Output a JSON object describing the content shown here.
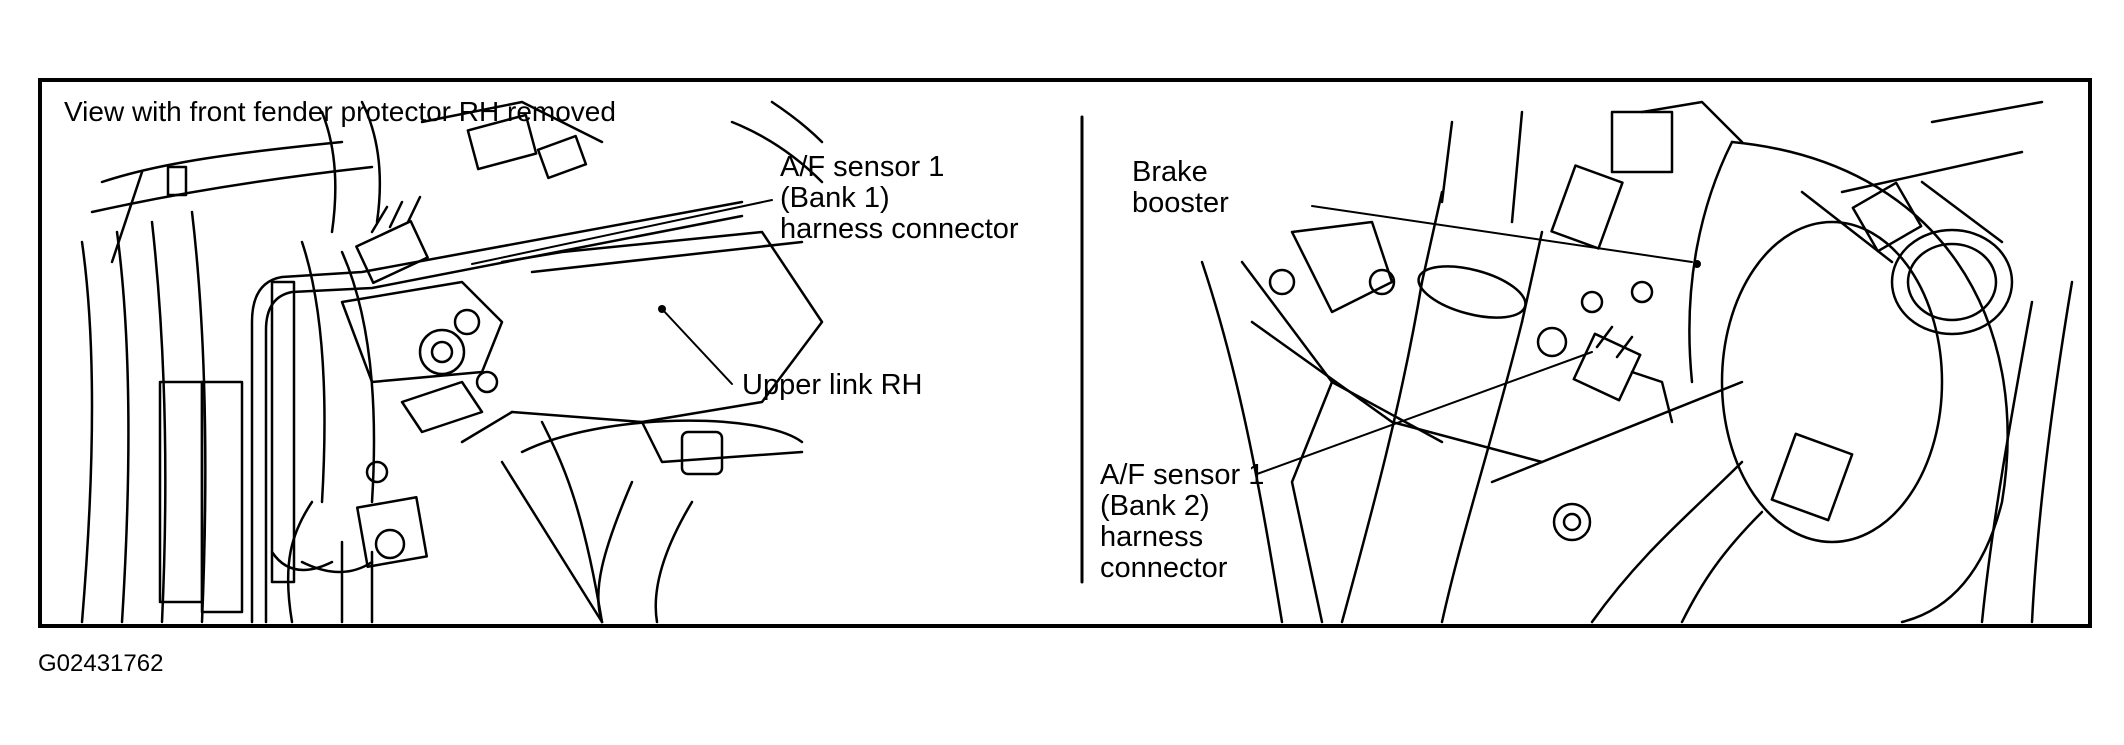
{
  "figure": {
    "caption_view": "View with front fender protector RH removed",
    "figure_code": "G02431762"
  },
  "labels": {
    "af_sensor_bank1": [
      "A/F sensor 1",
      "(Bank 1)",
      "harness connector"
    ],
    "upper_link": "Upper link RH",
    "brake_booster": [
      "Brake",
      "booster"
    ],
    "af_sensor_bank2": [
      "A/F sensor 1",
      "(Bank 2)",
      "harness",
      "connector"
    ]
  }
}
